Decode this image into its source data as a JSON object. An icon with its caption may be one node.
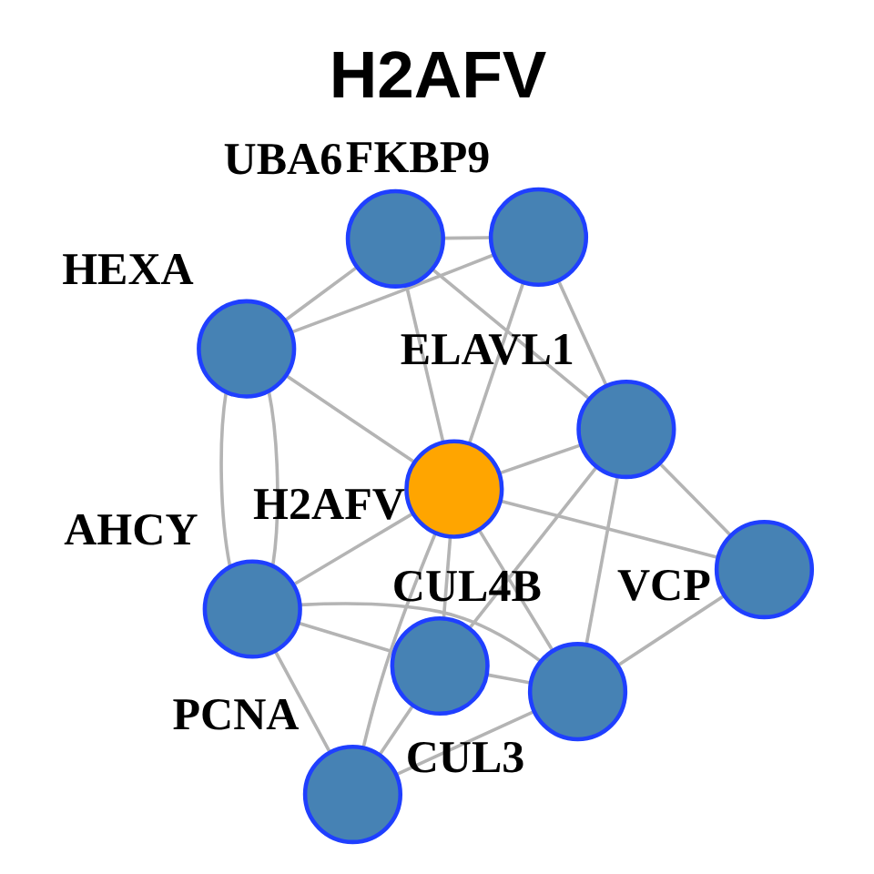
{
  "diagram": {
    "title": "H2AFV",
    "nodes": [
      {
        "text": [
          "HEXA"
        ]
      },
      {
        "text": [
          "FKBP9"
        ]
      },
      {
        "text": [
          "AHCY"
        ]
      },
      {
        "text": [
          "UBA6"
        ]
      },
      {
        "text": [
          "PCNA"
        ]
      },
      {
        "text": [
          "H2AFV"
        ]
      },
      {
        "text": [
          "CUL4B"
        ]
      },
      {
        "text": [
          "ELAVL1"
        ]
      },
      {
        "text": [
          "CUL3"
        ]
      },
      {
        "text": [
          "VCP"
        ]
      }
    ],
    "edges": [
      {
        "from": 0,
        "to": 2,
        "arrow": "none"
      },
      {
        "from": 0,
        "to": 2,
        "arrow": "none"
      },
      {
        "from": 0,
        "to": 1,
        "arrow": "none"
      },
      {
        "from": 0,
        "to": 5,
        "arrow": "none"
      },
      {
        "from": 0,
        "to": 3,
        "arrow": "none"
      },
      {
        "from": 1,
        "to": 5,
        "arrow": "none"
      },
      {
        "from": 1,
        "to": 3,
        "arrow": "none"
      },
      {
        "from": 1,
        "to": 7,
        "arrow": "none"
      },
      {
        "from": 3,
        "to": 5,
        "arrow": "none"
      },
      {
        "from": 3,
        "to": 7,
        "arrow": "none"
      },
      {
        "from": 2,
        "to": 4,
        "arrow": "none"
      },
      {
        "from": 2,
        "to": 5,
        "arrow": "none"
      },
      {
        "from": 2,
        "to": 6,
        "arrow": "none"
      },
      {
        "from": 2,
        "to": 8,
        "arrow": "none"
      },
      {
        "from": 4,
        "to": 5,
        "arrow": "none"
      },
      {
        "from": 4,
        "to": 6,
        "arrow": "none"
      },
      {
        "from": 4,
        "to": 8,
        "arrow": "none"
      },
      {
        "from": 5,
        "to": 6,
        "arrow": "none"
      },
      {
        "from": 5,
        "to": 8,
        "arrow": "none"
      },
      {
        "from": 5,
        "to": 7,
        "arrow": "none"
      },
      {
        "from": 5,
        "to": 9,
        "arrow": "none"
      },
      {
        "from": 6,
        "to": 7,
        "arrow": "none"
      },
      {
        "from": 6,
        "to": 8,
        "arrow": "none"
      },
      {
        "from": 8,
        "to": 7,
        "arrow": "none"
      },
      {
        "from": 8,
        "to": 9,
        "arrow": "none"
      },
      {
        "from": 7,
        "to": 9,
        "arrow": "none"
      }
    ]
  }
}
